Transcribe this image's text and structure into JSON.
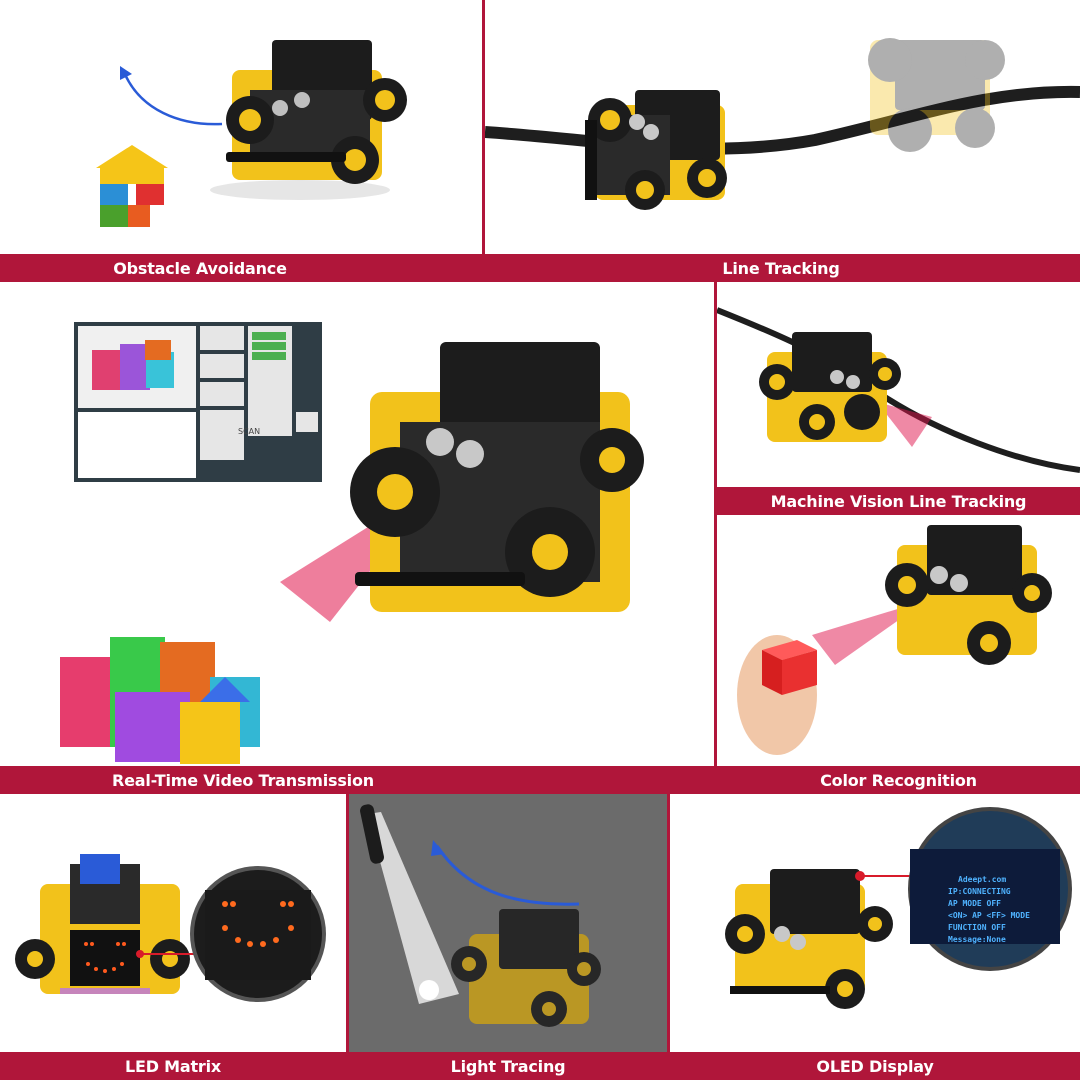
{
  "features": {
    "obstacle_avoidance": "Obstacle Avoidance",
    "line_tracking": "Line Tracking",
    "realtime_video": "Real-Time Video Transmission",
    "machine_vision": "Machine Vision Line Tracking",
    "color_recognition": "Color Recognition",
    "led_matrix": "LED Matrix",
    "light_tracing": "Light Tracing",
    "oled_display": "OLED Display"
  },
  "video_ui": {
    "scan_label": "SCAN"
  },
  "oled": {
    "lines": [
      "Adeept.com",
      "IP:CONNECTING",
      "AP MODE OFF",
      "<ON> AP <FF> MODE",
      "FUNCTION OFF",
      "Message:None"
    ]
  },
  "colors": {
    "accent": "#b0163a",
    "car_yellow": "#f2c21b",
    "car_black": "#1c1c1c",
    "beam_red": "#e0144b"
  }
}
